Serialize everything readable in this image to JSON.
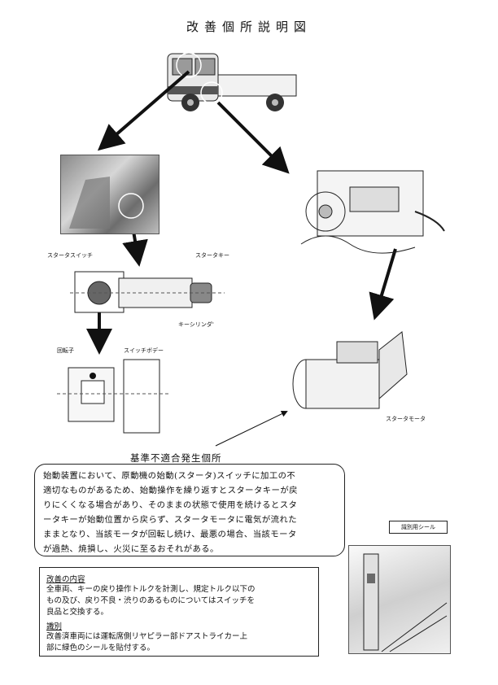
{
  "title": "改善個所説明図",
  "labels": {
    "starter_switch": "スタータスイッチ",
    "starter_key": "スタータキー",
    "key_cylinder": "キーシリンダ'",
    "rotor": "回転子",
    "switch_body": "スイッチボデー",
    "starter_motor": "スタータモータ",
    "id_seal": "識別用シール"
  },
  "defect": {
    "heading": "基準不適合発生個所",
    "lines": [
      "始動装置において、原動機の始動(スタータ)スイッチに加工の不",
      "適切なものがあるため、始動操作を繰り返すとスタータキーが戻",
      "りにくくなる場合があり、そのままの状態で使用を続けるとスタ",
      "ータキーが始動位置から戻らず、スタータモータに電気が流れた",
      "ままとなり、当該モータが回転し続け、最悪の場合、当該モータ",
      "が過熱、焼損し、火災に至るおそれがある。"
    ]
  },
  "improvement": {
    "heading": "改善の内容",
    "lines": [
      "全車両、キーの戻り操作トルクを計測し、規定トルク以下の",
      "もの及び、戻り不良・渋りのあるものについてはスイッチを",
      "良品と交換する。"
    ]
  },
  "identification": {
    "heading": "識別",
    "lines": [
      "改善済車両には運転席側リヤピラー部ドアストライカー上",
      "部に緑色のシールを貼付する。"
    ]
  }
}
